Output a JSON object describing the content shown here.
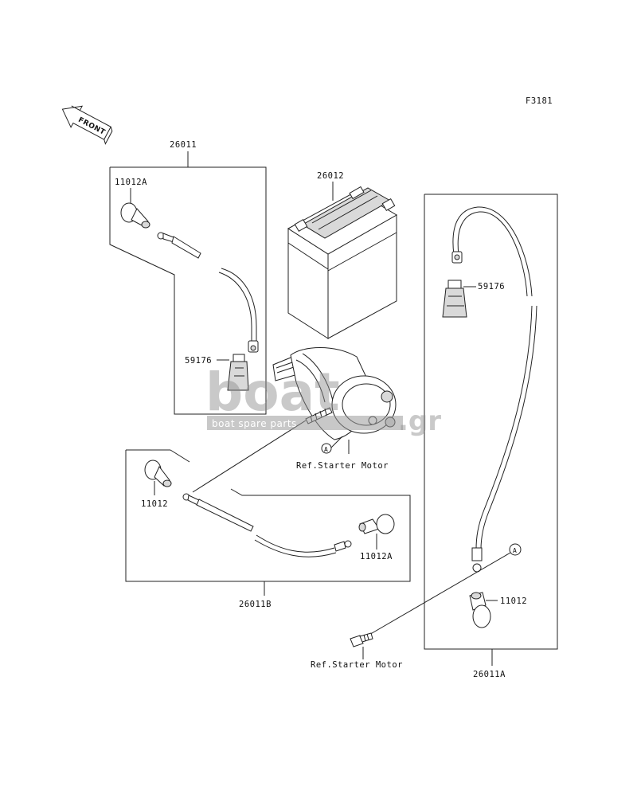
{
  "figure_code": "F3181",
  "front_label": "FRONT",
  "watermark": {
    "brand": "boat",
    "suffix": ".gr",
    "tagline": "boat spare parts"
  },
  "ref_marker": "A",
  "parts": {
    "battery": "26012",
    "cable_set_main": "26011",
    "cable_set_a": "26011A",
    "cable_set_b": "26011B",
    "cap_a": "11012A",
    "cap": "11012",
    "boot": "59176"
  },
  "references": {
    "starter_motor": "Ref.Starter Motor"
  }
}
